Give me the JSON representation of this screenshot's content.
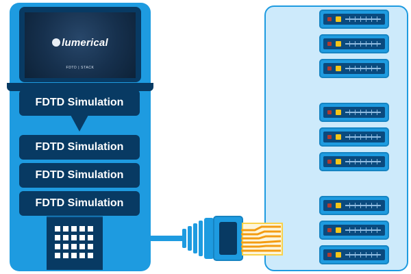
{
  "laptop": {
    "brand": "lumerical",
    "caption": "FDTD | STACK"
  },
  "jobs": [
    {
      "label": "FDTD Simulation"
    },
    {
      "label": "FDTD Simulation"
    },
    {
      "label": "FDTD Simulation"
    },
    {
      "label": "FDTD Simulation"
    }
  ],
  "colors": {
    "panel_blue": "#1e9be0",
    "navy": "#083a63",
    "cluster_bg": "#cdeafb",
    "cable_orange": "#f39c12",
    "connector_yellow": "#f9d24a",
    "led_yellow": "#f5c518",
    "led_red": "#b03a2e"
  },
  "icons": [
    "laptop-icon",
    "office-building-icon",
    "ethernet-cable-icon",
    "rj45-connector-icon",
    "server-rack-icon"
  ],
  "server_groups": [
    {
      "servers": 3
    },
    {
      "servers": 3
    },
    {
      "servers": 3
    }
  ]
}
